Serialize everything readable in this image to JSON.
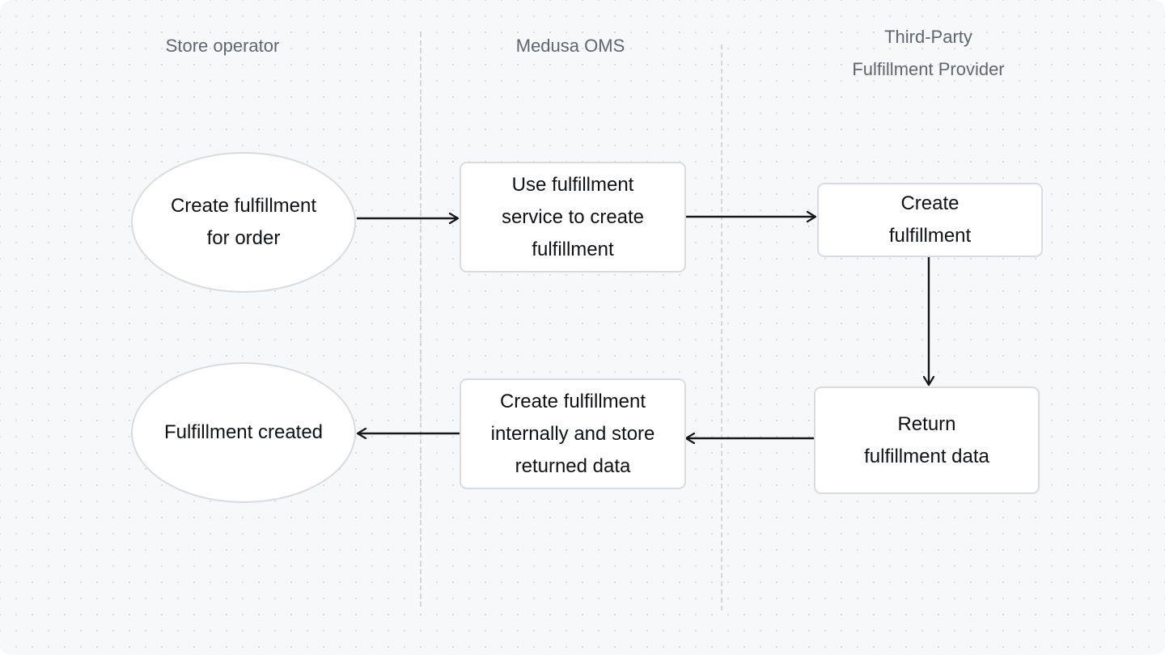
{
  "lanes": {
    "store_operator": "Store operator",
    "medusa_oms": "Medusa OMS",
    "third_party": "Third-Party\nFulfillment Provider"
  },
  "nodes": {
    "create_fulfillment_for_order": "Create fulfillment\nfor order",
    "use_fulfillment_service": "Use fulfillment\nservice to create\nfulfillment",
    "provider_create_fulfillment": "Create\nfulfillment",
    "return_fulfillment_data": "Return\nfulfillment data",
    "create_internally_store": "Create fulfillment\ninternally and store\nreturned data",
    "fulfillment_created": "Fulfillment created"
  },
  "colors": {
    "arrow": "#16181c",
    "node_border": "#d9dbde",
    "lane_text": "#5f6670",
    "background": "#f7f8f9"
  }
}
